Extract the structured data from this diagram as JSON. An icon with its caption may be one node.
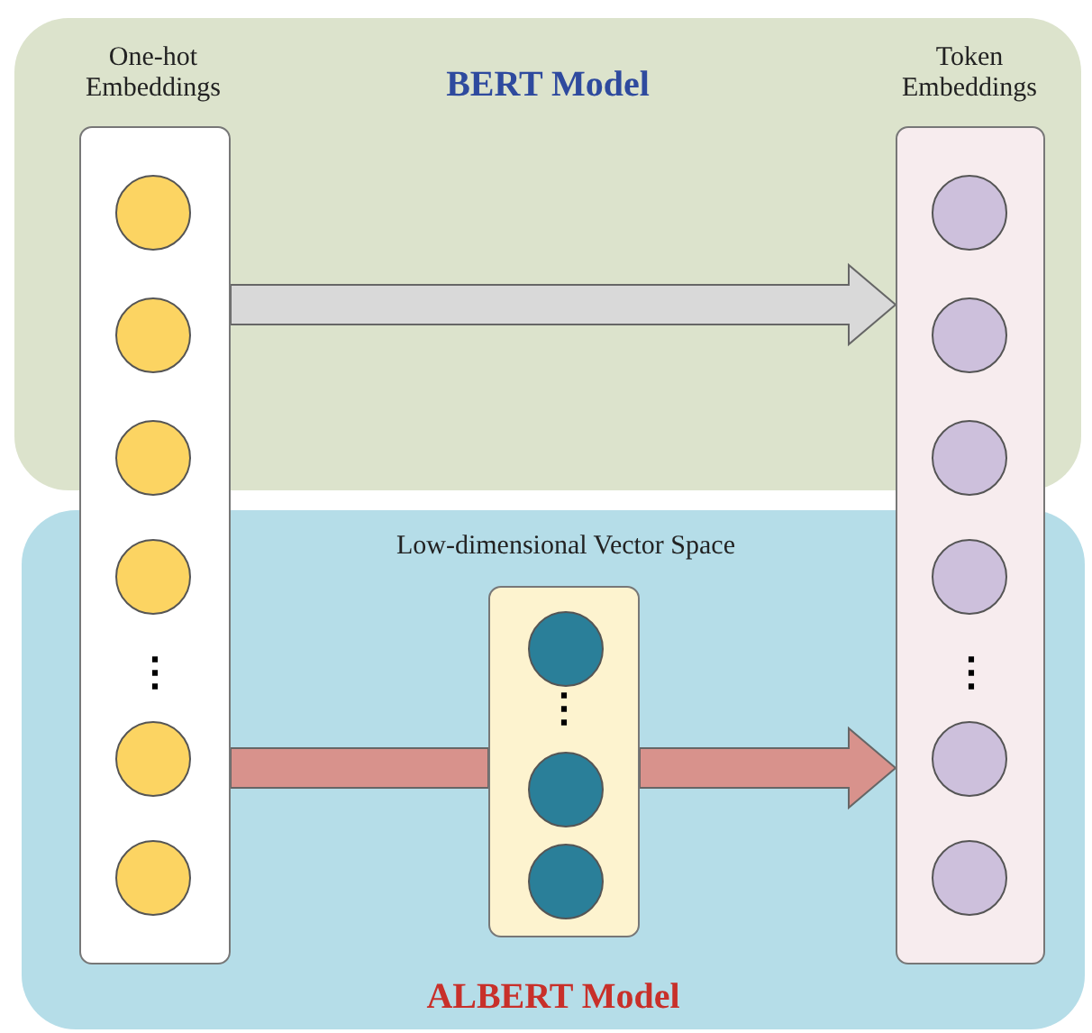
{
  "diagram": {
    "nodes": [
      {
        "text": [
          "BERT Model"
        ]
      },
      {
        "text": [
          "ALBERT Model"
        ]
      },
      {
        "text": [],
        "shape": "box"
      },
      {
        "text": [],
        "shape": "circle"
      },
      {
        "text": [],
        "shape": "circle"
      },
      {
        "text": [],
        "shape": "circle"
      },
      {
        "text": [],
        "shape": "circle"
      },
      {
        "text": [],
        "shape": "circle"
      },
      {
        "text": [],
        "shape": "circle"
      },
      {
        "text": [],
        "shape": "box"
      },
      {
        "text": [],
        "shape": "circle"
      },
      {
        "text": [],
        "shape": "circle"
      },
      {
        "text": [],
        "shape": "circle"
      },
      {
        "text": [],
        "shape": "circle"
      },
      {
        "text": [],
        "shape": "circle"
      },
      {
        "text": [],
        "shape": "circle"
      },
      {
        "text": [
          "Low-dimensional Vector Space"
        ],
        "in": 1
      },
      {
        "text": [],
        "shape": "circle",
        "in": 16
      },
      {
        "text": [],
        "shape": "circle",
        "in": 16
      },
      {
        "text": [],
        "shape": "circle",
        "in": 16
      }
    ],
    "edges": [
      {
        "from": 2,
        "to": 9,
        "arrow": "to",
        "color": "#d9d9d9"
      },
      {
        "from": 2,
        "to": 16,
        "arrow": "none",
        "color": "#d8928c"
      },
      {
        "from": 16,
        "to": 9,
        "arrow": "to",
        "color": "#d8928c"
      }
    ],
    "labels": [
      "One-hot Embeddings",
      "Token Embeddings",
      "⋮",
      "⋮",
      "⋮"
    ]
  }
}
